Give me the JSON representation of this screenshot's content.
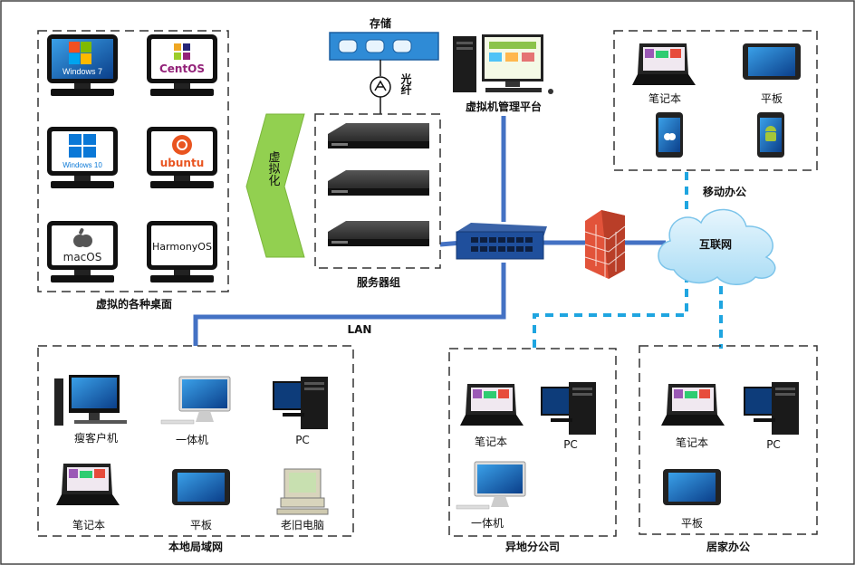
{
  "desktops": {
    "group_label": "虚拟的各种桌面",
    "items": [
      {
        "label": "Windows 7"
      },
      {
        "label": "CentOS"
      },
      {
        "label": "Windows 10"
      },
      {
        "label": "ubuntu"
      },
      {
        "label": "macOS"
      },
      {
        "label": "HarmonyOS"
      }
    ]
  },
  "virtualize_label": "虚拟化",
  "storage_label": "存储",
  "fiber_label": "光纤",
  "server_group_label": "服务器组",
  "mgmt_label": "虚拟机管理平台",
  "mobile": {
    "group_label": "移动办公",
    "laptop": "笔记本",
    "tablet": "平板"
  },
  "internet_label": "互联网",
  "lan_label": "LAN",
  "local": {
    "group_label": "本地局域网",
    "thin_client": "瘦客户机",
    "aio": "一体机",
    "pc": "PC",
    "laptop": "笔记本",
    "tablet": "平板",
    "old_pc": "老旧电脑"
  },
  "branch": {
    "group_label": "异地分公司",
    "laptop": "笔记本",
    "pc": "PC",
    "aio": "一体机"
  },
  "home": {
    "group_label": "居家办公",
    "laptop": "笔记本",
    "pc": "PC",
    "tablet": "平板"
  },
  "colors": {
    "link": "#4472c4",
    "dashed_link": "#1fa5e0",
    "arrow_green": "#92d050",
    "border": "#333333"
  }
}
